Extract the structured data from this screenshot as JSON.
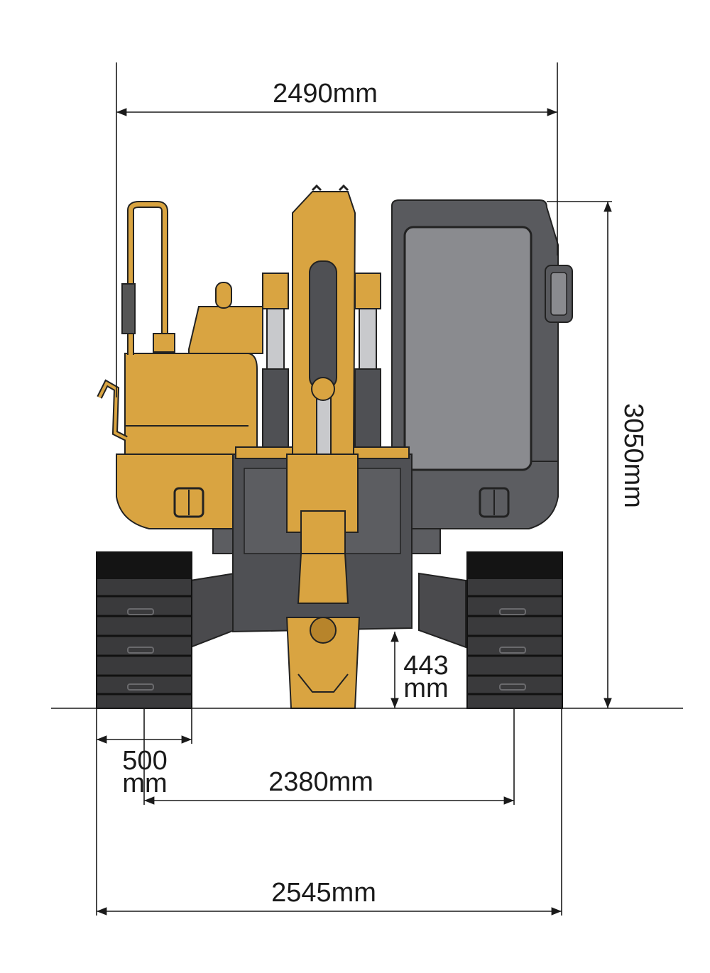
{
  "dimensions": {
    "overall_width_top": "2490mm",
    "overall_height": "3050mm",
    "ground_clearance_value": "443",
    "ground_clearance_unit": "mm",
    "track_shoe_width_value": "500",
    "track_shoe_width_unit": "mm",
    "track_gauge": "2380mm",
    "overall_track_width": "2545mm"
  },
  "colors": {
    "machine_yellow": "#d9a441",
    "machine_yellow_dark": "#b7842b",
    "cab_grey": "#595a5e",
    "glass_grey": "#8a8b8f",
    "track_dark": "#3a3a3c",
    "track_black": "#141414",
    "line": "#1a1a1a"
  }
}
